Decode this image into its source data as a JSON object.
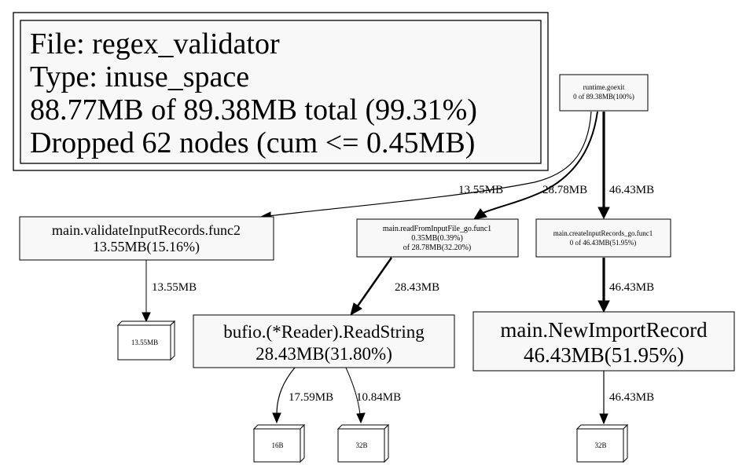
{
  "legend": {
    "line1": "File: regex_validator",
    "line2": "Type: inuse_space",
    "line3": "88.77MB of 89.38MB total (99.31%)",
    "line4": "Dropped 62 nodes (cum <= 0.45MB)"
  },
  "nodes": {
    "goexit": {
      "name": "runtime.goexit",
      "value": "0 of 89.38MB(100%)"
    },
    "validate": {
      "name": "main.validateInputRecords.func2",
      "value": "13.55MB(15.16%)"
    },
    "readFrom": {
      "name": "main.readFromInputFile_go.func1",
      "flat": "0.35MB(0.39%)",
      "cum": "of 28.78MB(32.20%)"
    },
    "createInput": {
      "name": "main.createInputRecords_go.func1",
      "value": "0 of 46.43MB(51.95%)"
    },
    "readString": {
      "name": "bufio.(*Reader).ReadString",
      "value": "28.43MB(31.80%)"
    },
    "newImport": {
      "name": "main.NewImportRecord",
      "value": "46.43MB(51.95%)"
    }
  },
  "leaves": {
    "validate_leaf": "13.55MB",
    "readString_leaf1": "16B",
    "readString_leaf2": "32B",
    "newImport_leaf": "32B"
  },
  "edges": {
    "goexit_validate": "13.55MB",
    "goexit_readFrom": "28.78MB",
    "goexit_createInput": "46.43MB",
    "validate_leaf": "13.55MB",
    "readFrom_readString": "28.43MB",
    "createInput_newImport": "46.43MB",
    "readString_leaf1": "17.59MB",
    "readString_leaf2": "10.84MB",
    "newImport_leaf": "46.43MB"
  }
}
